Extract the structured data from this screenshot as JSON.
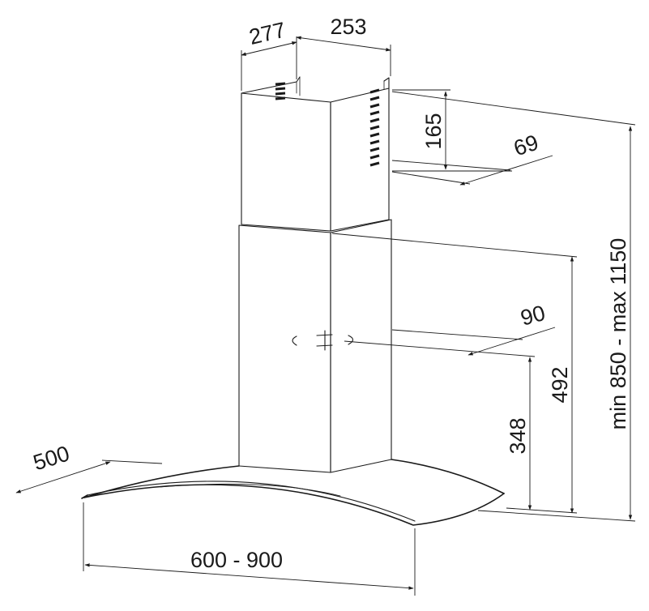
{
  "dimensions": {
    "chimney_depth": "277",
    "chimney_width": "253",
    "vent_height": "165",
    "vent_offset": "69",
    "outlet_offset": "90",
    "outlet_height": "348",
    "lower_chimney_height": "492",
    "total_height": "min 850 - max 1150",
    "hood_depth": "500",
    "hood_width": "600 - 900"
  }
}
